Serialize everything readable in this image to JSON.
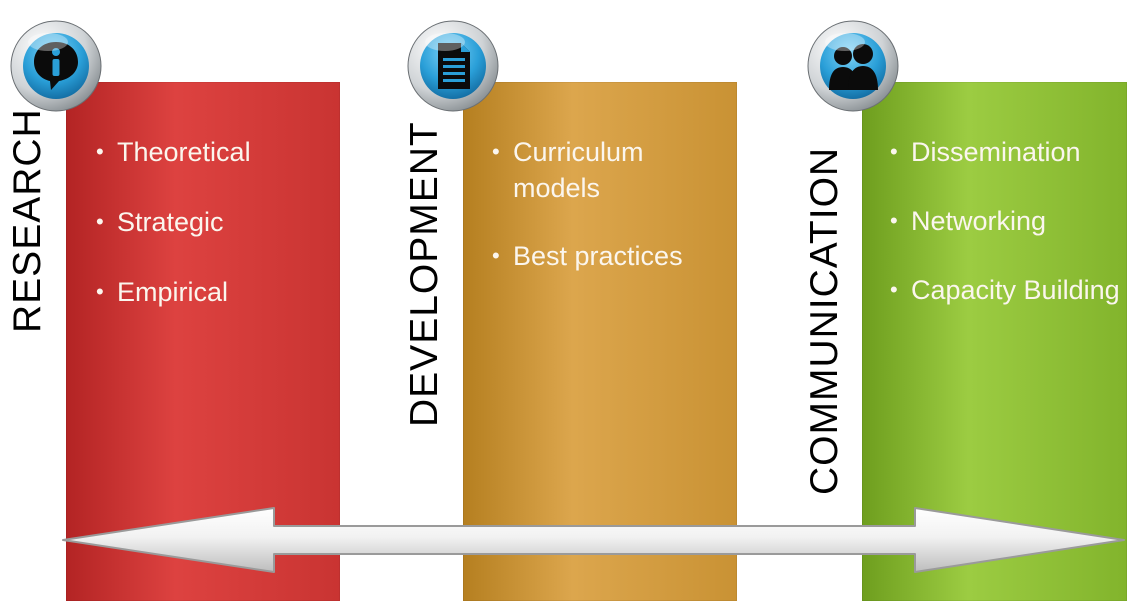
{
  "sections": [
    {
      "label": "RESEARCH",
      "icon": "info-icon",
      "color": "#d63b39",
      "items": [
        "Theoretical",
        "Strategic",
        "Empirical"
      ]
    },
    {
      "label": "DEVELOPMENT",
      "icon": "document-icon",
      "color": "#d49a3f",
      "items": [
        "Curriculum models",
        "Best practices"
      ]
    },
    {
      "label": "COMMUNICATION",
      "icon": "people-icon",
      "color": "#8dc237",
      "items": [
        "Dissemination",
        "Networking",
        "Capacity Building"
      ]
    }
  ],
  "arrow": {
    "type": "double-headed",
    "color": "#e8e8e8"
  }
}
